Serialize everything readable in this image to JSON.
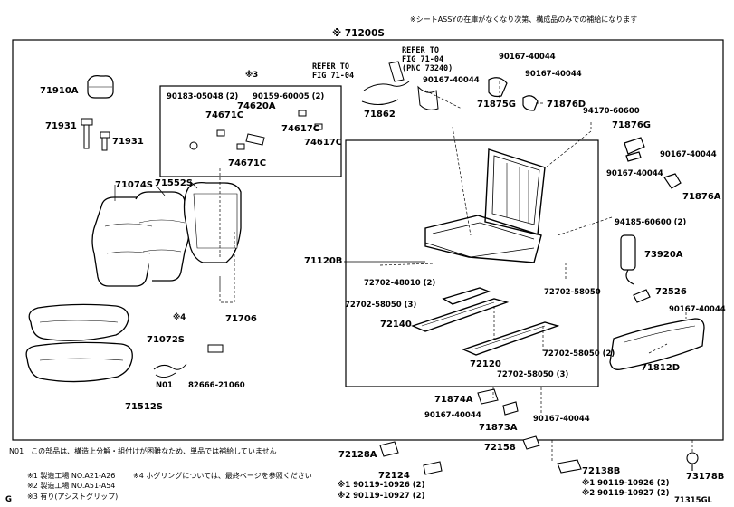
{
  "header_note": "※シートASSYの在庫がなくなり次第、構成品のみでの補給になります",
  "assembly_label": "※ 71200S",
  "refer_1": [
    "REFER TO",
    "FIG 71-04"
  ],
  "refer_2": [
    "REFER TO",
    "FIG 71-04",
    "(PNC 73240)"
  ],
  "group3_label": "※3",
  "parts": {
    "p71910A": "71910A",
    "p71931a": "71931",
    "p71931b": "71931",
    "p90183": "90183-05048 (2)",
    "p90159": "90159-60005 (2)",
    "p74671Ca": "74671C",
    "p74620A": "74620A",
    "p74617Ca": "74617C",
    "p74617Cb": "74617C",
    "p74671Cb": "74671C",
    "p71074S": "71074S",
    "p71552S": "71552S",
    "p71120B": "71120B",
    "p71706": "71706",
    "star4": "※4",
    "p71072S": "71072S",
    "p71512S": "71512S",
    "pN01": "N01",
    "p82666": "82666-21060",
    "p90167a": "90167-40044",
    "p90167b": "90167-40044",
    "p90167c": "90167-40044",
    "p71862": "71862",
    "p71875G": "71875G",
    "p71876D": "71876D",
    "p94170": "94170-60600",
    "p71876G": "71876G",
    "p90167d": "90167-40044",
    "p90167e": "90167-40044",
    "p71876A": "71876A",
    "p94185": "94185-60600 (2)",
    "p73920A": "73920A",
    "p72526": "72526",
    "p90167f": "90167-40044",
    "p71812D": "71812D",
    "p72702_48010": "72702-48010 (2)",
    "p72702_58050_3a": "72702-58050 (3)",
    "p72702_58050a": "72702-58050",
    "p72140": "72140",
    "p72702_58050_2": "72702-58050 (2)",
    "p72120": "72120",
    "p72702_58050_3b": "72702-58050 (3)",
    "p71874A": "71874A",
    "p90167g": "90167-40044",
    "p90167h": "90167-40044",
    "p71873A": "71873A",
    "p72128A": "72128A",
    "p72158": "72158",
    "p72124": "72124",
    "p72138B": "72138B",
    "p73178B": "73178B",
    "s1a": "※1  90119-10926 (2)",
    "s2a": "※2  90119-10927 (2)",
    "s1b": "※1  90119-10926 (2)",
    "s2b": "※2  90119-10927 (2)"
  },
  "footnotes": {
    "n01": "N01　この部品は、構造上分解・組付けが困難なため、単品では補給していません",
    "f1": "※1  製造工場 NO.A21-A26",
    "f4": "※4 ホグリングについては、最終ページを参照ください",
    "f2": "※2  製造工場 NO.A51-A54",
    "f3": "※3  有り(アシストグリップ)"
  },
  "corner_g": "G",
  "figure_id": "71315GL"
}
